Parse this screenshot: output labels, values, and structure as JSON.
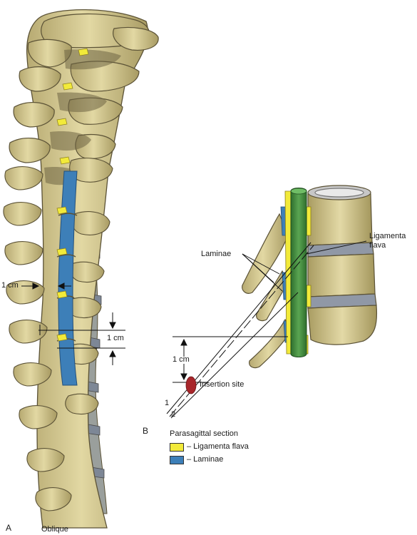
{
  "figure": {
    "panel_a": {
      "letter": "A",
      "view": "Oblique",
      "measure_left": "1 cm",
      "measure_right": "1 cm"
    },
    "panel_b": {
      "letter": "B",
      "laminae_label": "Laminae",
      "ligamenta_label_line1": "Ligamenta",
      "ligamenta_label_line2": "flava",
      "measure": "1 cm",
      "insertion_label": "Insertion site",
      "needle_1": "1",
      "needle_2": "2"
    },
    "legend": {
      "title": "Parasagittal section",
      "items": [
        {
          "label": "– Ligamenta flava",
          "color": "#f2ea3a"
        },
        {
          "label": "– Laminae",
          "color": "#3d7fb8"
        }
      ]
    }
  },
  "colors": {
    "bone": "#d9cd93",
    "bone_shadow": "#8f835a",
    "bone_outline": "#5b5236",
    "ligament": "#f2ea3a",
    "lamina": "#3d7fb8",
    "cord": "#3f8f3a",
    "disc": "#7f8a9a",
    "insertion": "#a8262a"
  }
}
